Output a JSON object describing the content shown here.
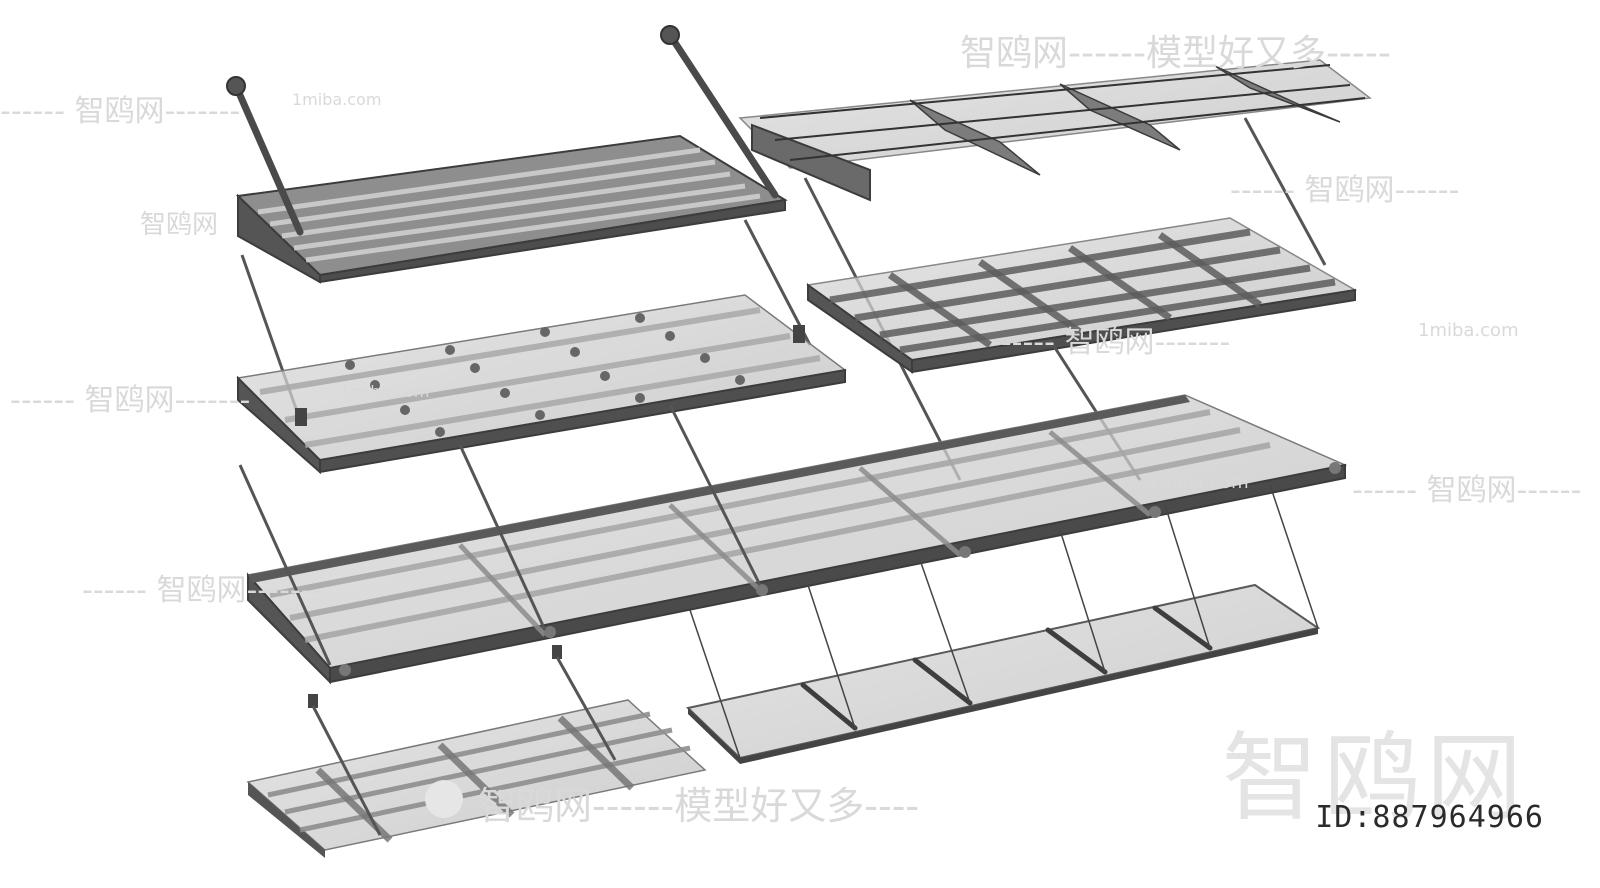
{
  "image_type": "3D exploded render of glass canopy / awning structures",
  "colors": {
    "frame": "#5a5a5a",
    "frame_dark": "#3c3c3c",
    "glass": "#cfcfcf",
    "watermark": "#d9d9d9",
    "id_text": "#2b2b2b"
  },
  "watermarks": {
    "brand_cn": "智鸥网",
    "slogan_line": "智鸥网------模型好又多-----",
    "slogan_line_2": "------ 智鸥网-------",
    "slogan_line_3": "------ 智鸥网------",
    "slogan_line_4": "------ 智鸥网-------",
    "slogan_line_5": "智鸥网------模型好又多----",
    "site": "1miba.com",
    "big_brand": "智鸥网",
    "id_label": "ID:887964966"
  }
}
